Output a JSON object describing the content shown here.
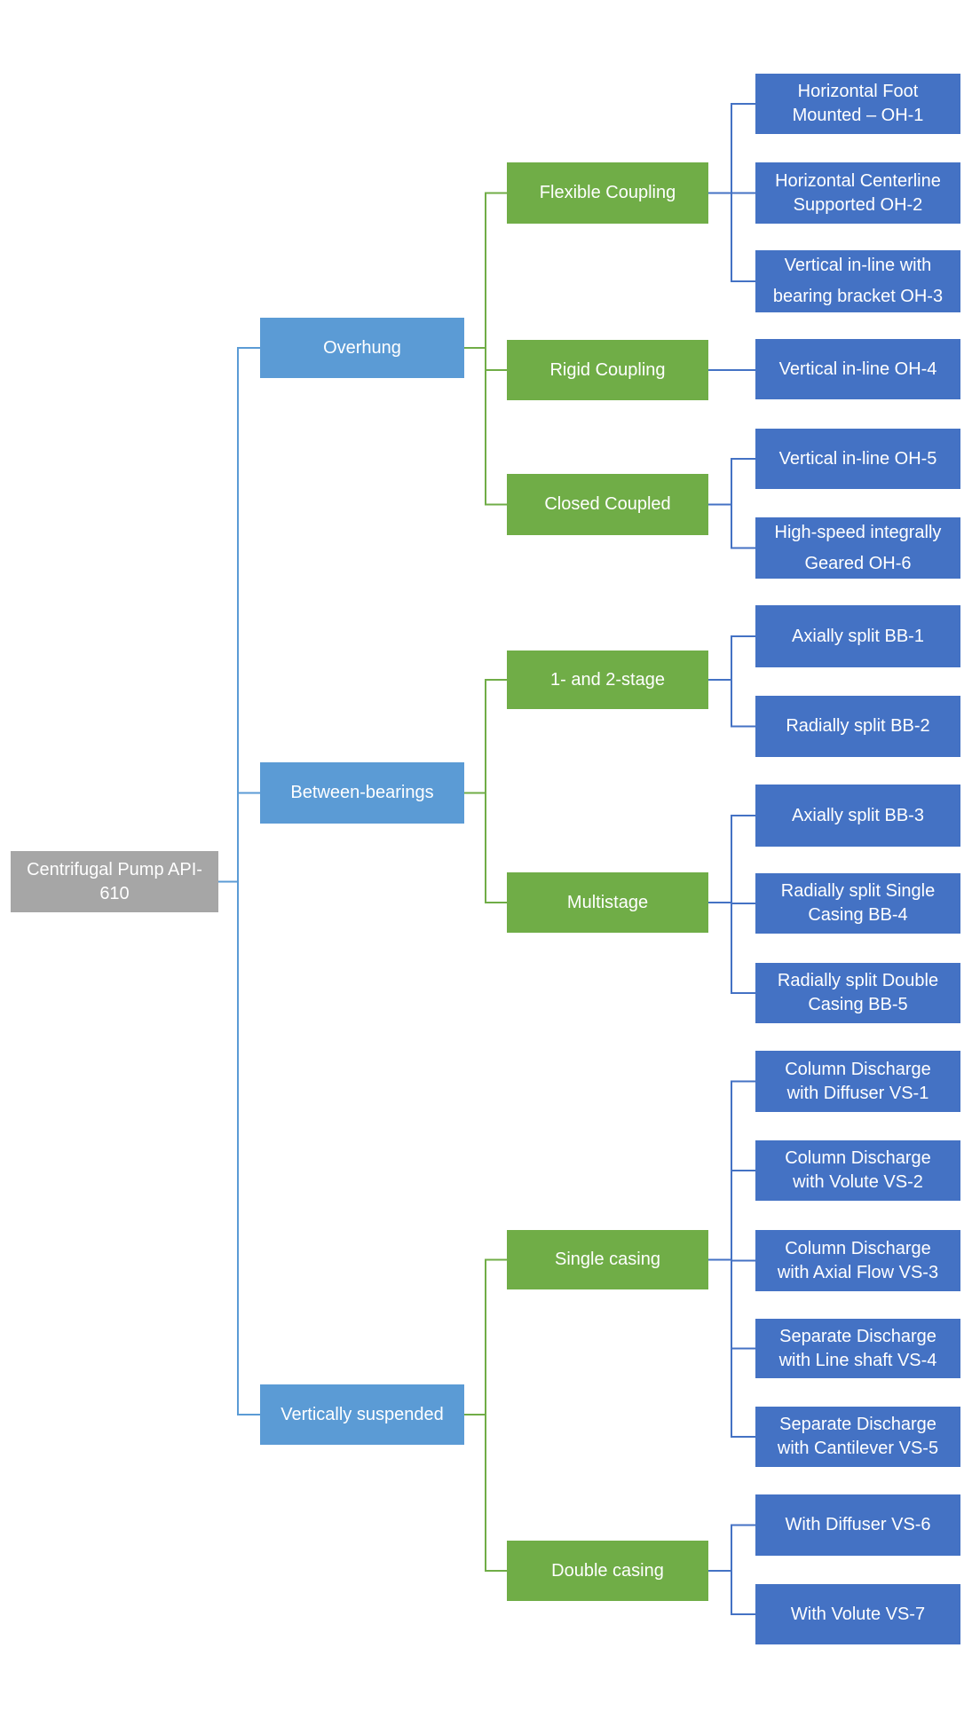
{
  "colors": {
    "background": "#ffffff",
    "root_box": "#a6a6a6",
    "level1_box": "#5b9bd5",
    "level2_box": "#70ad47",
    "level3_box": "#4472c4",
    "line_root": "#5b9bd5",
    "line_level2": "#70ad47",
    "line_level3": "#4472c4",
    "text": "#ffffff"
  },
  "nodes": [
    {
      "id": "root",
      "level": "root",
      "parent": null,
      "label": "Centrifugal Pump API-\n610"
    },
    {
      "id": "overhung",
      "level": "l1",
      "parent": "root",
      "label": "Overhung"
    },
    {
      "id": "between-bearings",
      "level": "l1",
      "parent": "root",
      "label": "Between-bearings"
    },
    {
      "id": "vertically-suspended",
      "level": "l1",
      "parent": "root",
      "label": "Vertically suspended"
    },
    {
      "id": "flexible-coupling",
      "level": "l2",
      "parent": "overhung",
      "label": "Flexible Coupling"
    },
    {
      "id": "rigid-coupling",
      "level": "l2",
      "parent": "overhung",
      "label": "Rigid Coupling"
    },
    {
      "id": "closed-coupled",
      "level": "l2",
      "parent": "overhung",
      "label": "Closed Coupled"
    },
    {
      "id": "one-and-two-stage",
      "level": "l2",
      "parent": "between-bearings",
      "label": "1- and 2-stage"
    },
    {
      "id": "multistage",
      "level": "l2",
      "parent": "between-bearings",
      "label": "Multistage"
    },
    {
      "id": "single-casing",
      "level": "l2",
      "parent": "vertically-suspended",
      "label": "Single casing"
    },
    {
      "id": "double-casing",
      "level": "l2",
      "parent": "vertically-suspended",
      "label": "Double casing"
    },
    {
      "id": "oh1",
      "level": "l3",
      "parent": "flexible-coupling",
      "label": "Horizontal Foot\nMounted – OH-1"
    },
    {
      "id": "oh2",
      "level": "l3",
      "parent": "flexible-coupling",
      "label": "Horizontal Centerline\nSupported OH-2"
    },
    {
      "id": "oh3",
      "level": "l3",
      "parent": "flexible-coupling",
      "label": "Vertical in-line with\nbearing bracket OH-3"
    },
    {
      "id": "oh4",
      "level": "l3",
      "parent": "rigid-coupling",
      "label": "Vertical in-line OH-4"
    },
    {
      "id": "oh5",
      "level": "l3",
      "parent": "closed-coupled",
      "label": "Vertical in-line OH-5"
    },
    {
      "id": "oh6",
      "level": "l3",
      "parent": "closed-coupled",
      "label": "High-speed integrally\nGeared OH-6"
    },
    {
      "id": "bb1",
      "level": "l3",
      "parent": "one-and-two-stage",
      "label": "Axially split BB-1"
    },
    {
      "id": "bb2",
      "level": "l3",
      "parent": "one-and-two-stage",
      "label": "Radially split BB-2"
    },
    {
      "id": "bb3",
      "level": "l3",
      "parent": "multistage",
      "label": "Axially split BB-3"
    },
    {
      "id": "bb4",
      "level": "l3",
      "parent": "multistage",
      "label": "Radially split Single\nCasing BB-4"
    },
    {
      "id": "bb5",
      "level": "l3",
      "parent": "multistage",
      "label": "Radially split Double\nCasing BB-5"
    },
    {
      "id": "vs1",
      "level": "l3",
      "parent": "single-casing",
      "label": "Column Discharge\nwith Diffuser VS-1"
    },
    {
      "id": "vs2",
      "level": "l3",
      "parent": "single-casing",
      "label": "Column Discharge\nwith Volute VS-2"
    },
    {
      "id": "vs3",
      "level": "l3",
      "parent": "single-casing",
      "label": "Column Discharge\nwith Axial Flow VS-3"
    },
    {
      "id": "vs4",
      "level": "l3",
      "parent": "single-casing",
      "label": "Separate Discharge\nwith Line shaft VS-4"
    },
    {
      "id": "vs5",
      "level": "l3",
      "parent": "single-casing",
      "label": "Separate Discharge\nwith Cantilever VS-5"
    },
    {
      "id": "vs6",
      "level": "l3",
      "parent": "double-casing",
      "label": "With Diffuser VS-6"
    },
    {
      "id": "vs7",
      "level": "l3",
      "parent": "double-casing",
      "label": "With Volute VS-7"
    }
  ]
}
